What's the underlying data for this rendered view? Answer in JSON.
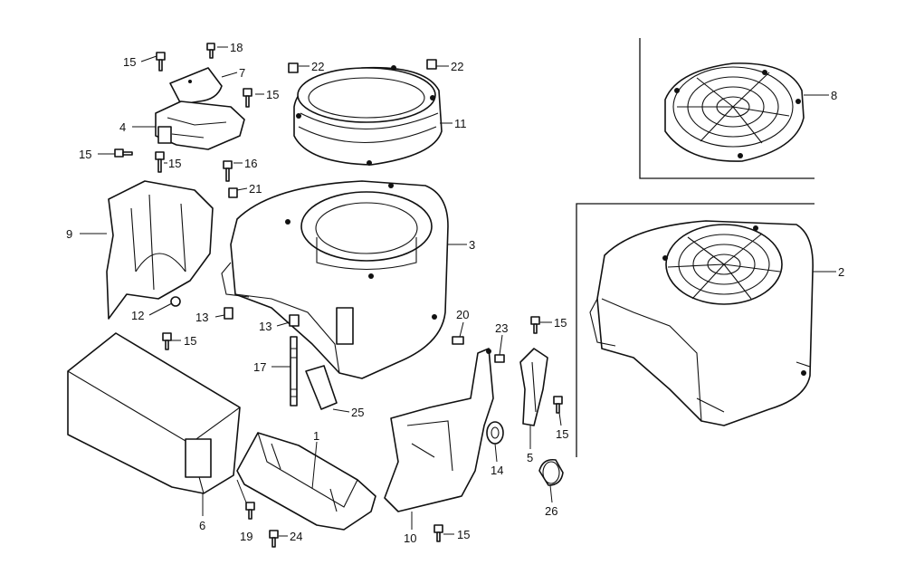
{
  "callouts": [
    {
      "id": "c15a",
      "text": "15"
    },
    {
      "id": "c18",
      "text": "18"
    },
    {
      "id": "c7",
      "text": "7"
    },
    {
      "id": "c15b",
      "text": "15"
    },
    {
      "id": "c4",
      "text": "4"
    },
    {
      "id": "c15c",
      "text": "15"
    },
    {
      "id": "c15d",
      "text": "15"
    },
    {
      "id": "c16",
      "text": "16"
    },
    {
      "id": "c21",
      "text": "21"
    },
    {
      "id": "c9",
      "text": "9"
    },
    {
      "id": "c22a",
      "text": "22"
    },
    {
      "id": "c22b",
      "text": "22"
    },
    {
      "id": "c11",
      "text": "11"
    },
    {
      "id": "c8",
      "text": "8"
    },
    {
      "id": "c3",
      "text": "3"
    },
    {
      "id": "c2",
      "text": "2"
    },
    {
      "id": "c12",
      "text": "12"
    },
    {
      "id": "c13a",
      "text": "13"
    },
    {
      "id": "c15e",
      "text": "15"
    },
    {
      "id": "c13b",
      "text": "13"
    },
    {
      "id": "c17",
      "text": "17"
    },
    {
      "id": "c20",
      "text": "20"
    },
    {
      "id": "c23",
      "text": "23"
    },
    {
      "id": "c15f",
      "text": "15"
    },
    {
      "id": "c25",
      "text": "25"
    },
    {
      "id": "c1",
      "text": "1"
    },
    {
      "id": "c14",
      "text": "14"
    },
    {
      "id": "c5",
      "text": "5"
    },
    {
      "id": "c15g",
      "text": "15"
    },
    {
      "id": "c6",
      "text": "6"
    },
    {
      "id": "c19",
      "text": "19"
    },
    {
      "id": "c24",
      "text": "24"
    },
    {
      "id": "c10",
      "text": "10"
    },
    {
      "id": "c15h",
      "text": "15"
    },
    {
      "id": "c26",
      "text": "26"
    }
  ]
}
